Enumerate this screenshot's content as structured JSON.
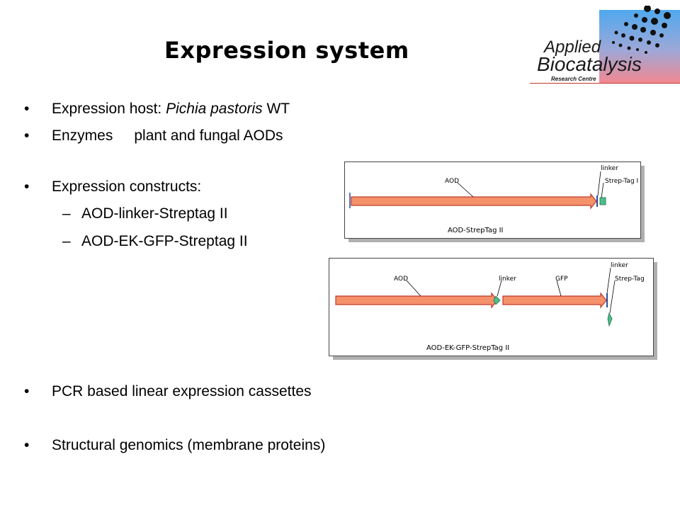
{
  "title": "Expression system",
  "logo": {
    "line1": "Applied",
    "line2": "Biocatalysis",
    "line3": "Research Centre"
  },
  "bullets": [
    {
      "prefix": "Expression host: ",
      "italic": "Pichia pastoris",
      "suffix": " WT"
    },
    {
      "label": "Enzymes",
      "value": "plant and fungal AODs"
    },
    {
      "text": "Expression constructs:"
    },
    {
      "text": "PCR based linear expression cassettes"
    },
    {
      "text": "Structural genomics (membrane proteins)"
    }
  ],
  "subitems": [
    "AOD-linker-Streptag II",
    "AOD-EK-GFP-Streptag II"
  ],
  "bullet_char": "•",
  "dash_char": "–",
  "diagram1": {
    "caption": "AOD-StrepTag II",
    "labels": {
      "aod": "AOD",
      "linker": "linker",
      "strep": "Strep-Tag I"
    }
  },
  "diagram2": {
    "caption": "AOD-EK-GFP-StrepTag II",
    "labels": {
      "aod": "AOD",
      "linker1": "linker",
      "gfp": "GFP",
      "linker2": "linker",
      "strep": "Strep-Tag"
    }
  },
  "colors": {
    "arrow_fill": "#f4916b",
    "arrow_stroke": "#c0392b",
    "tag_green": "#4dbf8a",
    "logo_blue": "#4fa8ee",
    "logo_pink": "#f4878f"
  }
}
